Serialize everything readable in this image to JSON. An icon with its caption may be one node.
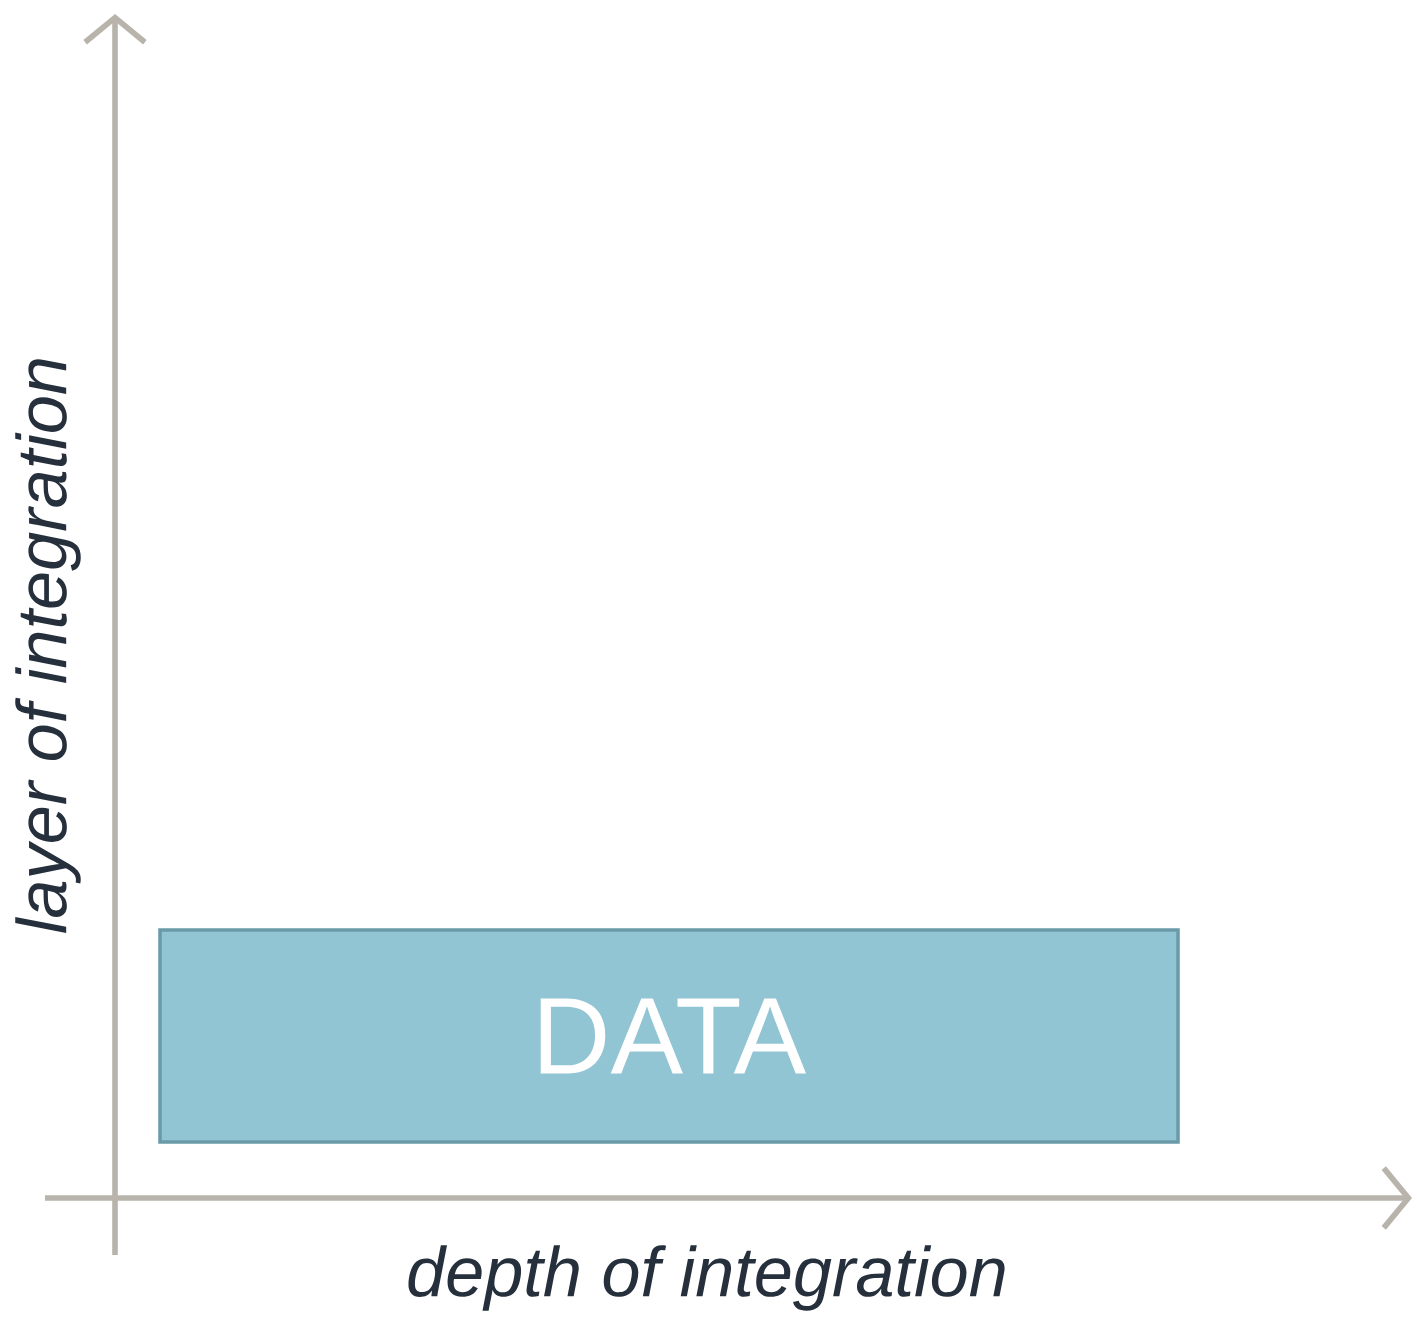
{
  "diagram": {
    "nodes": [
      {
        "text": [
          "DATA"
        ]
      }
    ],
    "labels": [
      "layer of integration",
      "depth of integration"
    ]
  }
}
